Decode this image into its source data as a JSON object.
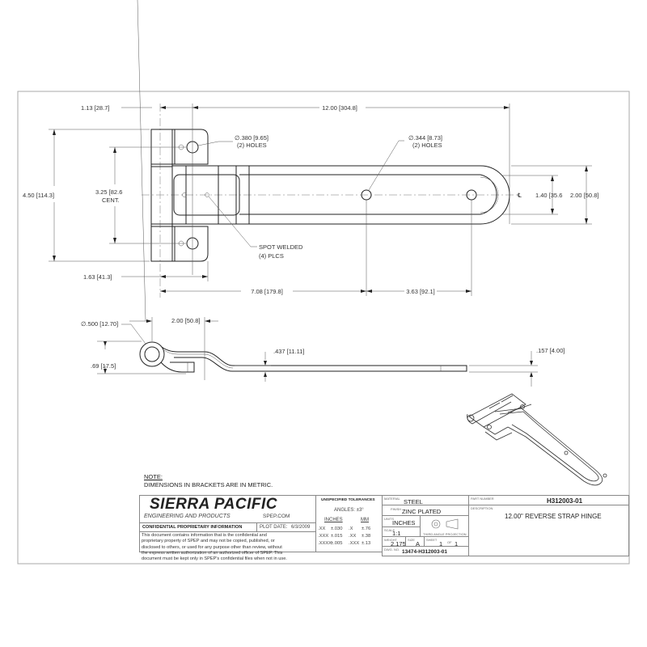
{
  "top_view": {
    "dim_overall_length": "12.00 [304.8]",
    "dim_knuckle_offset": "1.13 [28.7]",
    "dim_leaf_height": "4.50 [114.3]",
    "dim_hole_center": "3.25 [82.6",
    "dim_hole_center_note": "CENT.",
    "dim_leaf_width": "1.63 [41.3]",
    "dim_first_hole": "7.08 [179.8]",
    "dim_hole_spacing": "3.63 [92.1]",
    "dim_strap_inner": "1.40 [35.6",
    "dim_strap_width": "2.00 [50.8]",
    "leaf_holes_size": "∅.380 [9.65]",
    "leaf_holes_count": "(2) HOLES",
    "strap_holes_size": "∅.344 [8.73]",
    "strap_holes_count": "(2) HOLES",
    "spot_weld": "SPOT WELDED",
    "spot_weld_count": "(4) PLCS",
    "centerline_symbol": "℄"
  },
  "side_view": {
    "dim_knuckle_dia": "∅.500 [12.70]",
    "dim_offset": "2.00 [50.8]",
    "dim_drop": ".437 [11.11]",
    "dim_height": ".69 [17.5]",
    "dim_thickness": ".157 [4.00]"
  },
  "notes": {
    "heading": "NOTE:",
    "text": "DIMENSIONS IN BRACKETS ARE IN METRIC."
  },
  "title_block": {
    "company": "SIERRA PACIFIC",
    "company_sub": "ENGINEERING AND PRODUCTS",
    "website": "SPEP.COM",
    "confidential": "CONFIDENTIAL PROPRIETARY INFORMATION",
    "plot_date_label": "PLOT DATE:",
    "plot_date": "6/3/2009",
    "disclaimer": [
      "This document contains information that is the confidential and",
      "proprietary property of SPEP and may not be copied, published, or",
      "disclosed to others, or used for any purpose  other than review, without",
      "the express written authorization of an authorized officer of SPEP. This",
      "document must be kept only in SPEP's confidential files when not in use."
    ],
    "tolerances": {
      "heading": "UNSPECIFIED TOLERANCES",
      "angles": "ANGLES: ±3°",
      "inches_label": "INCHES",
      "mm_label": "MM",
      "rows": [
        {
          "in": ".XX",
          "in_tol": "±.030",
          "mm": ".X",
          "mm_tol": "±.76"
        },
        {
          "in": ".XXX",
          "in_tol": "±.015",
          "mm": ".XX",
          "mm_tol": "±.38"
        },
        {
          "in": ".XXXX",
          "in_tol": "±.005",
          "mm": ".XXX",
          "mm_tol": "±.13"
        }
      ]
    },
    "material_label": "MATERIAL",
    "material": "STEEL",
    "finish_label": "FINISH",
    "finish": "ZINC PLATED",
    "units_label": "UNITS",
    "units": "INCHES",
    "projection": "THIRD ANGLE PROJECTION",
    "scale_label": "SCALE",
    "scale": "1:1",
    "weight_label": "WEIGHT",
    "weight": "2.175",
    "size_label": "SIZE",
    "size": "A",
    "sheet_label": "SHEET",
    "sheet": "1",
    "of_label": "OF",
    "sheet_total": "1",
    "dwg_label": "DWG. NO.",
    "dwg_no": "13474-H312003-01",
    "part_number_label": "PART NUMBER",
    "part_number": "H312003-01",
    "description_label": "DESCRIPTION",
    "description": "12.00\" REVERSE STRAP HINGE"
  }
}
